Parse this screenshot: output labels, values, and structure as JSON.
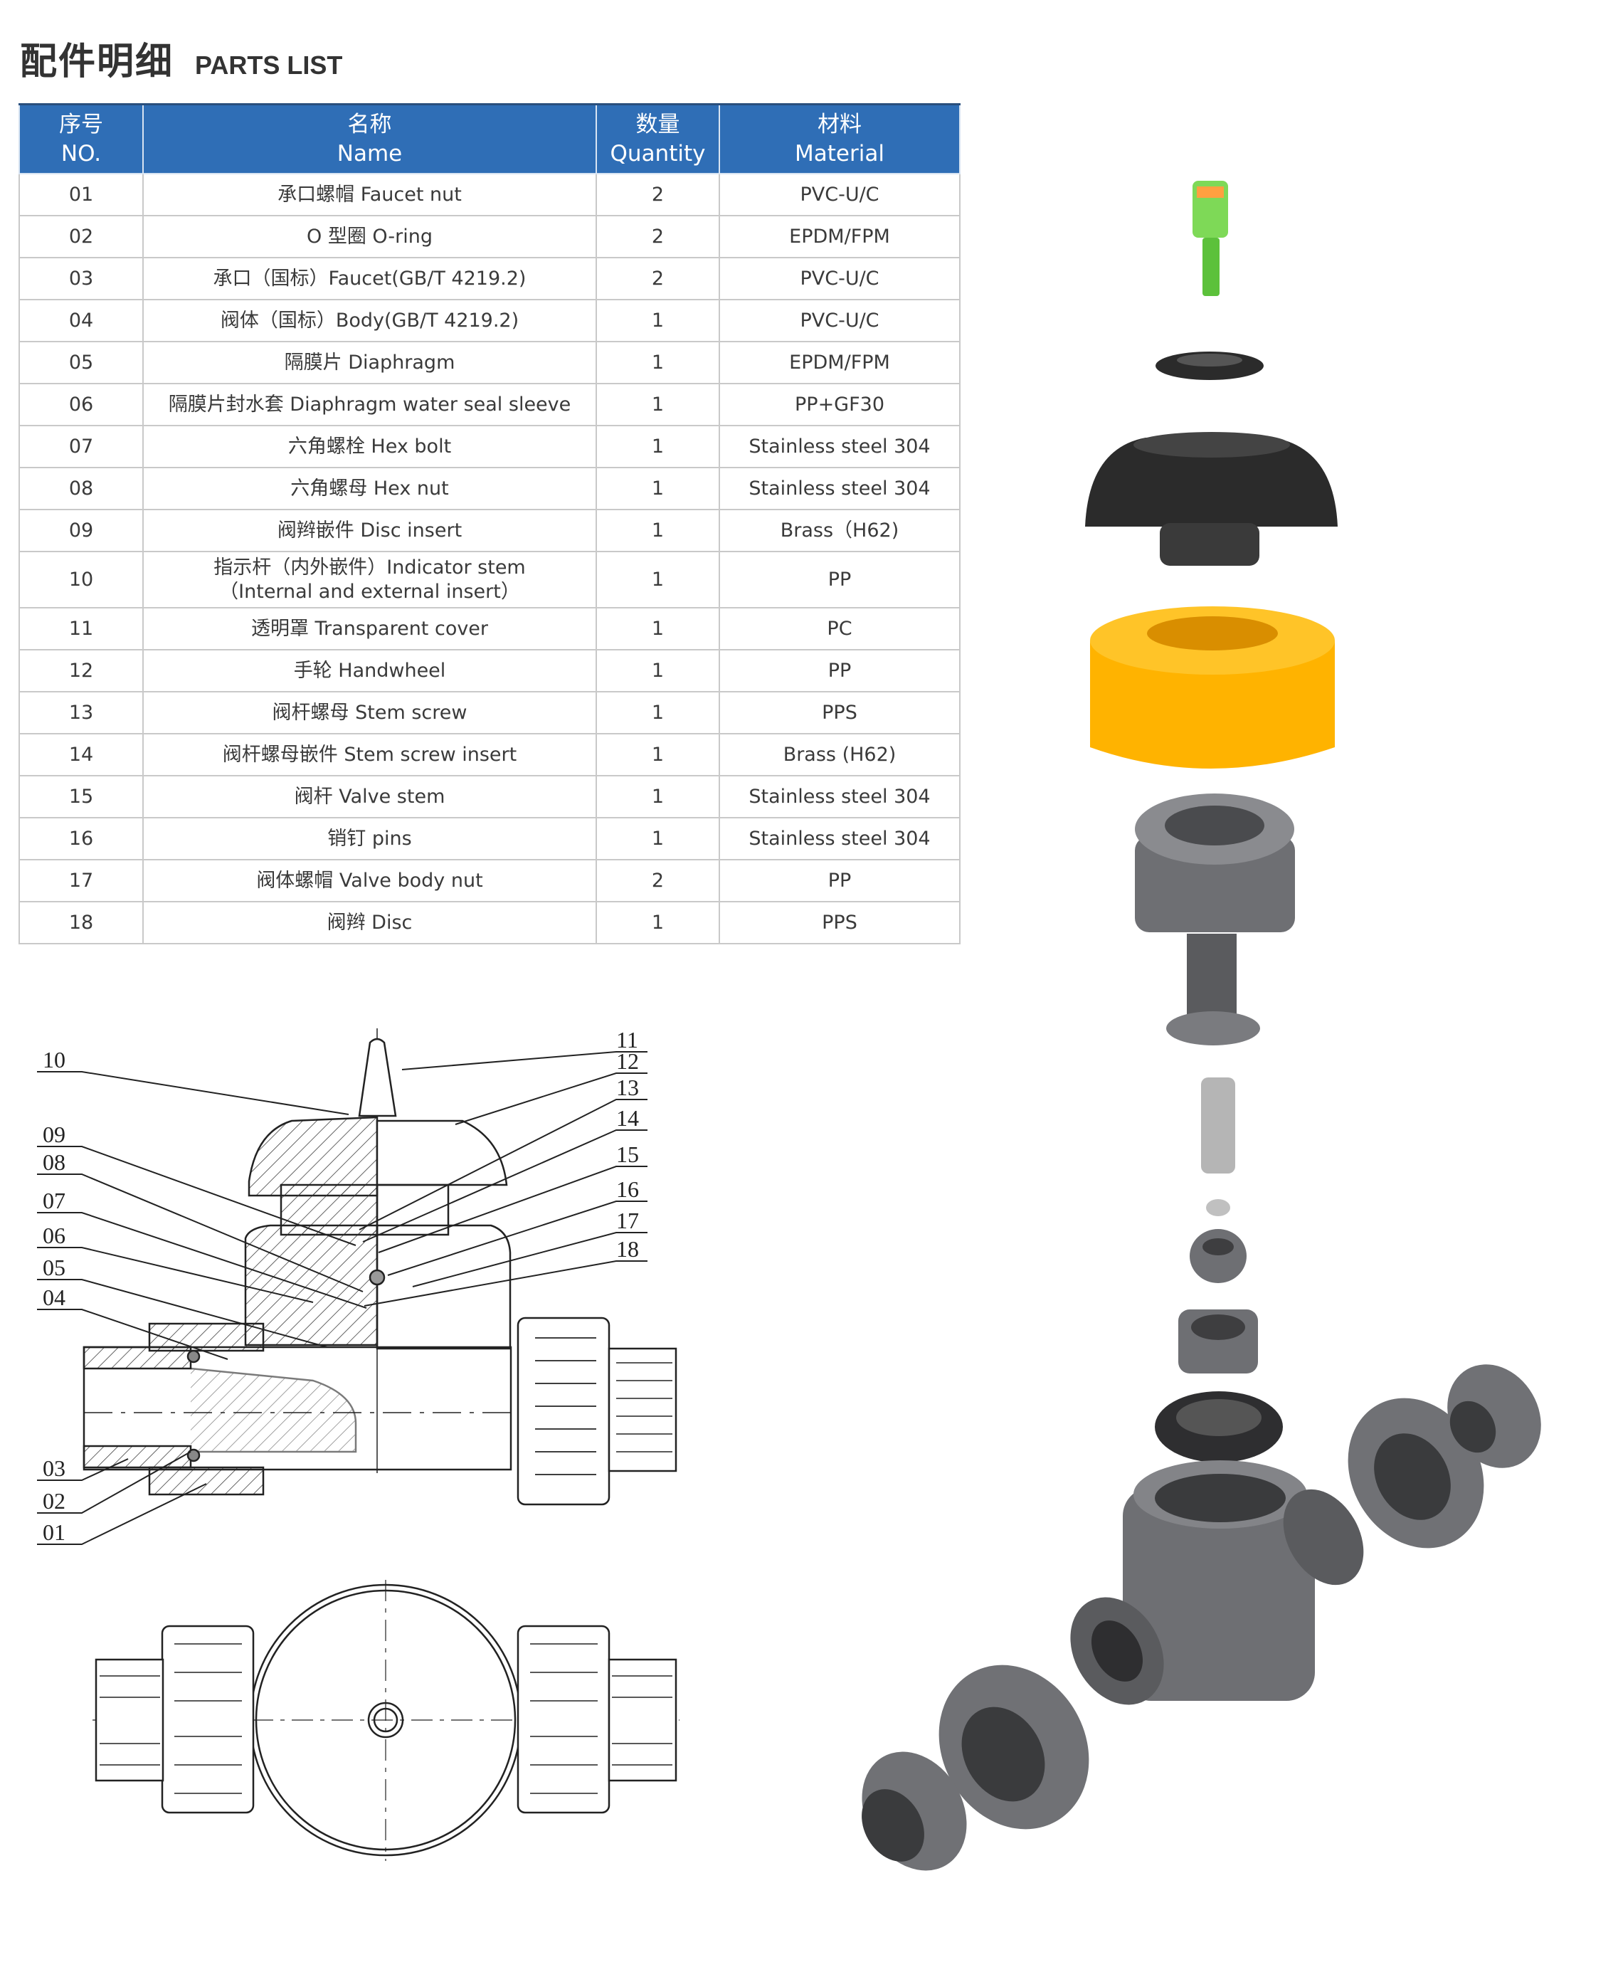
{
  "title": {
    "cn": "配件明细",
    "en": "PARTS LIST"
  },
  "table": {
    "headers": [
      {
        "cn": "序号",
        "en": "NO."
      },
      {
        "cn": "名称",
        "en": "Name"
      },
      {
        "cn": "数量",
        "en": "Quantity"
      },
      {
        "cn": "材料",
        "en": "Material"
      }
    ],
    "rows": [
      {
        "no": "01",
        "name": "承口螺帽 Faucet nut",
        "qty": "2",
        "material": "PVC-U/C"
      },
      {
        "no": "02",
        "name": "O 型圈 O-ring",
        "qty": "2",
        "material": "EPDM/FPM"
      },
      {
        "no": "03",
        "name": "承口（国标）Faucet(GB/T 4219.2)",
        "qty": "2",
        "material": "PVC-U/C"
      },
      {
        "no": "04",
        "name": "阀体（国标）Body(GB/T 4219.2)",
        "qty": "1",
        "material": "PVC-U/C"
      },
      {
        "no": "05",
        "name": "隔膜片 Diaphragm",
        "qty": "1",
        "material": "EPDM/FPM"
      },
      {
        "no": "06",
        "name": "隔膜片封水套 Diaphragm water seal sleeve",
        "qty": "1",
        "material": "PP+GF30"
      },
      {
        "no": "07",
        "name": "六角螺栓 Hex bolt",
        "qty": "1",
        "material": "Stainless steel 304"
      },
      {
        "no": "08",
        "name": "六角螺母 Hex nut",
        "qty": "1",
        "material": "Stainless steel 304"
      },
      {
        "no": "09",
        "name": "阀辫嵌件 Disc insert",
        "qty": "1",
        "material": "Brass（H62)"
      },
      {
        "no": "10",
        "name": "指示杆（内外嵌件）Indicator stem",
        "name2": "（Internal and external insert）",
        "qty": "1",
        "material": "PP"
      },
      {
        "no": "11",
        "name": "透明罩 Transparent cover",
        "qty": "1",
        "material": "PC"
      },
      {
        "no": "12",
        "name": "手轮 Handwheel",
        "qty": "1",
        "material": "PP"
      },
      {
        "no": "13",
        "name": "阀杆螺母 Stem screw",
        "qty": "1",
        "material": "PPS"
      },
      {
        "no": "14",
        "name": "阀杆螺母嵌件 Stem screw insert",
        "qty": "1",
        "material": "Brass (H62)"
      },
      {
        "no": "15",
        "name": "阀杆 Valve stem",
        "qty": "1",
        "material": "Stainless steel 304"
      },
      {
        "no": "16",
        "name": "销钉 pins",
        "qty": "1",
        "material": "Stainless steel 304"
      },
      {
        "no": "17",
        "name": "阀体螺帽 Valve body nut",
        "qty": "2",
        "material": "PP"
      },
      {
        "no": "18",
        "name": "阀辫 Disc",
        "qty": "1",
        "material": "PPS"
      }
    ]
  },
  "drawing_labels": {
    "left": [
      "10",
      "09",
      "08",
      "07",
      "06",
      "05",
      "04",
      "03",
      "02",
      "01"
    ],
    "right": [
      "11",
      "12",
      "13",
      "14",
      "15",
      "16",
      "17",
      "18"
    ]
  },
  "colors": {
    "header_bg": "#2f6eb6",
    "indicator": "#7ed957",
    "cover": "#ffb300",
    "body": "#6e6f73",
    "handwheel": "#2b2b2b"
  }
}
